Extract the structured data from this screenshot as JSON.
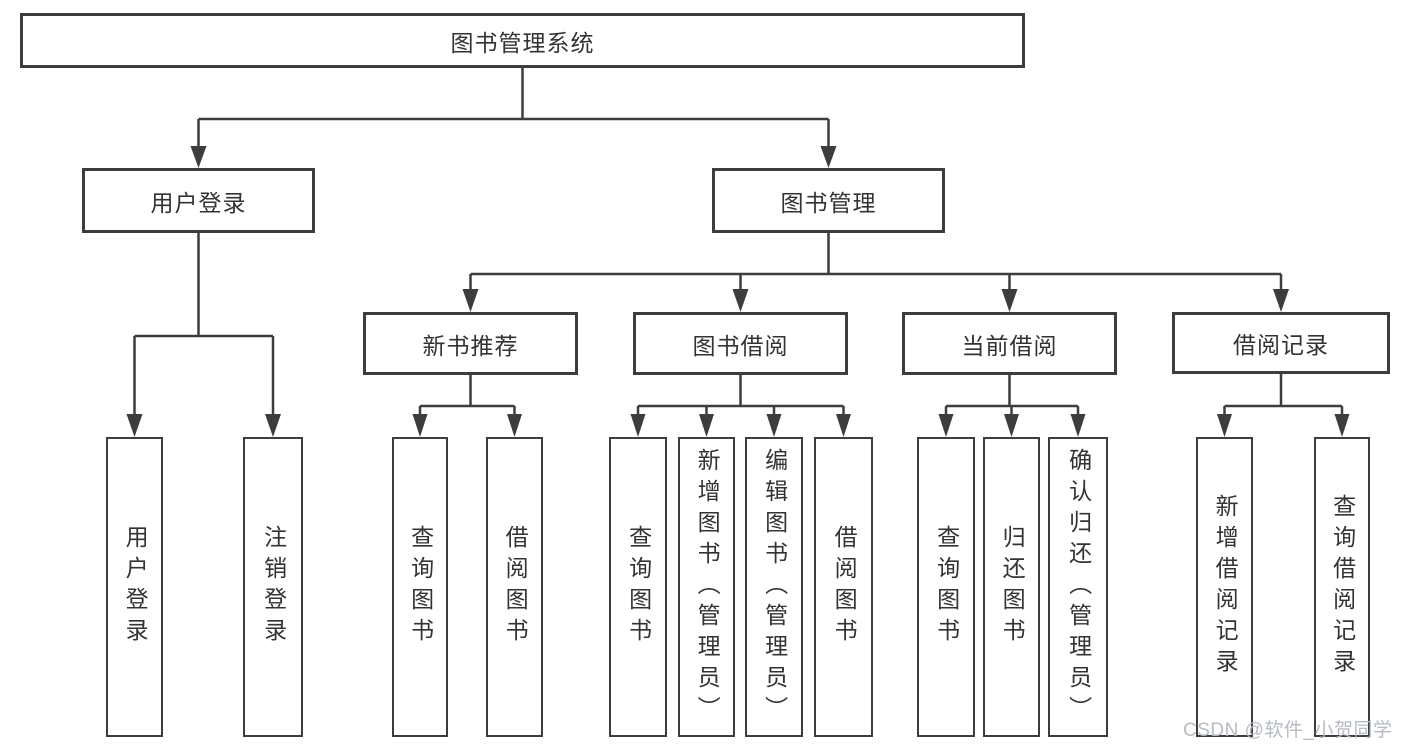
{
  "diagram": {
    "title": "图书管理系统",
    "nodes": {
      "root": "图书管理系统",
      "login": "用户登录",
      "mgmt": "图书管理",
      "rec": "新书推荐",
      "borrow": "图书借阅",
      "current": "当前借阅",
      "records": "借阅记录"
    },
    "leaves": {
      "login_user": "用户登录",
      "login_logout": "注销登录",
      "rec_query": "查询图书",
      "rec_borrow": "借阅图书",
      "borrow_query": "查询图书",
      "borrow_add": "新增图书（管理员）",
      "borrow_edit": "编辑图书（管理员）",
      "borrow_borrow": "借阅图书",
      "current_query": "查询图书",
      "current_return": "归还图书",
      "current_confirm": "确认归还（管理员）",
      "records_add": "新增借阅记录",
      "records_query": "查询借阅记录"
    },
    "line_color": "#3d3d3d",
    "text_color": "#333333"
  },
  "watermark": {
    "text": "CSDN @软件_小贺同学"
  }
}
